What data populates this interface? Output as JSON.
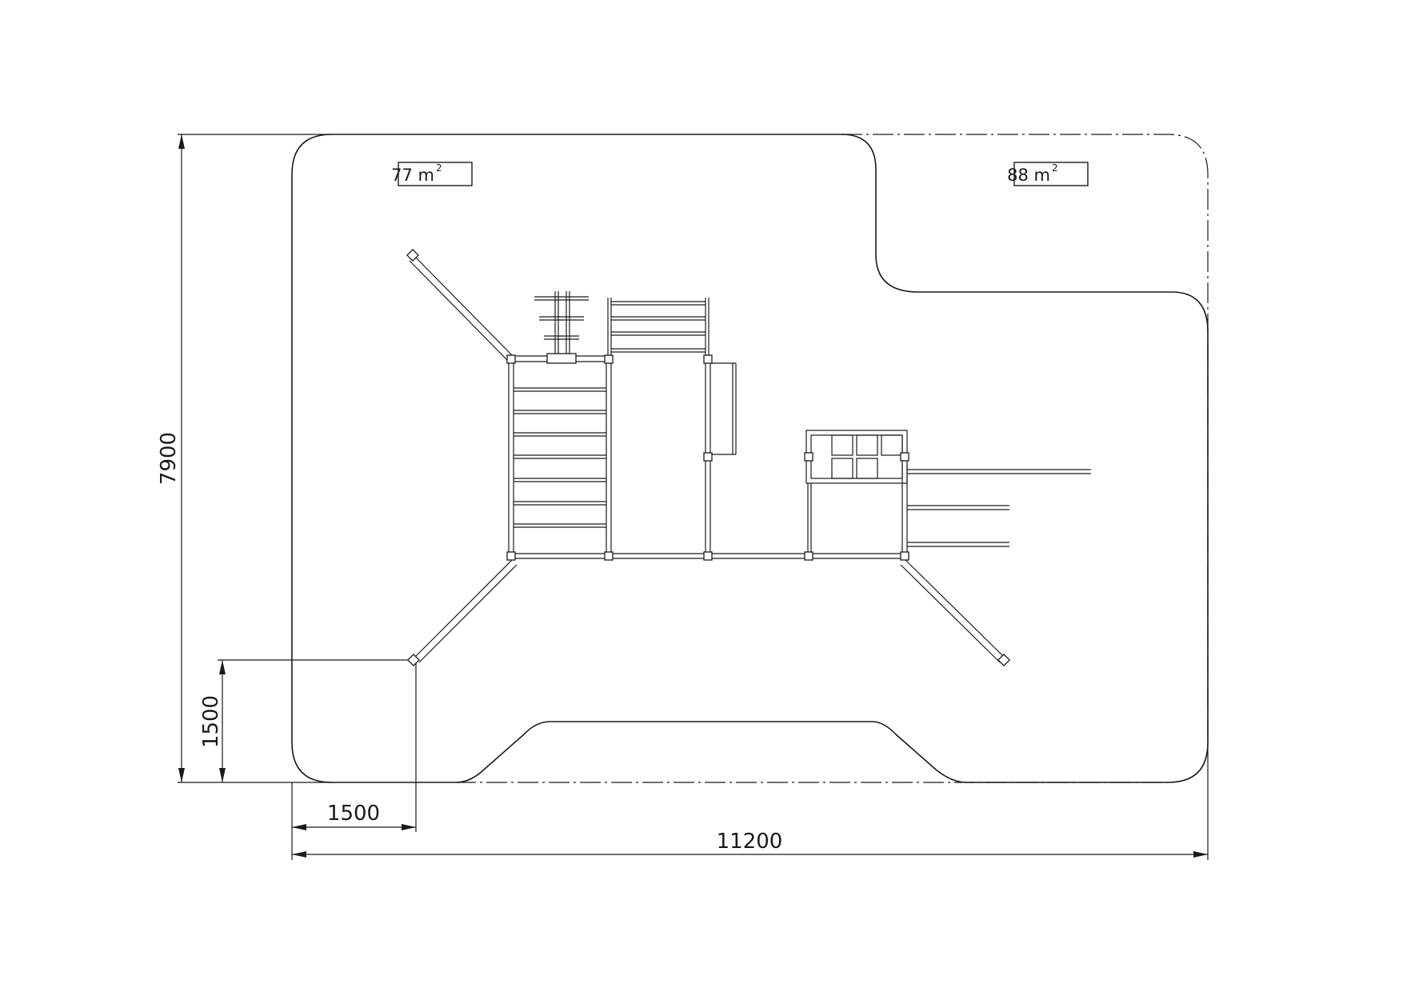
{
  "areas": [
    {
      "value": "77 m",
      "superscript": "2"
    },
    {
      "value": "88 m",
      "superscript": "2"
    }
  ],
  "dimensions": {
    "total_width": "11200",
    "total_height": "7900",
    "corner_offset_x": "1500",
    "corner_offset_y": "1500"
  },
  "colors": {
    "stroke": "#1a1a1a",
    "background": "#ffffff"
  }
}
